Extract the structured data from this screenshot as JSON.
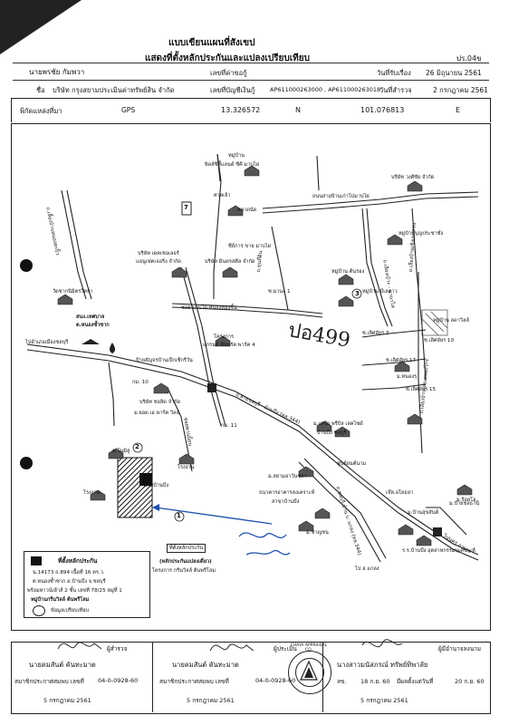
{
  "header": {
    "title1": "แบบเขียนแผนที่สังเขป",
    "title2": "แสดงที่ตั้งหลักประกันและแปลงเปรียบเทียบ",
    "form_no": "ปร.04ข",
    "person_label": "นายพรชัย  กัมพวา",
    "customer_no_label": "เลขที่ค่าขอกู้",
    "receive_date_label": "วันที่รับเรื่อง",
    "receive_date": "26 มิถุนายน 2561",
    "company_prefix": "ชื่อ",
    "company": "บริษัท กรุงสยามประเมินค่าทรัพย์สิน จำกัด",
    "account_label": "เลขที่บัญชีเงินกู้",
    "account_no": "AP611000263000 , AP611000263018",
    "survey_date_label": "วันที่สำรวจ",
    "survey_date": "2 กรกฎาคม 2561",
    "coord_label": "พิกัดแหล่งที่มา",
    "coord_source": "GPS",
    "lat": "13.326572",
    "lat_dir": "N",
    "lon": "101.076813",
    "lon_dir": "E"
  },
  "map": {
    "labels": {
      "village_top": "หมู่บ้าน",
      "village_top2": "พิลล์ซิตี้แลนด์ ซีคี มาบไผ่",
      "temple": "ศาลเจ้า",
      "market": "ตลาดนัด",
      "seven": "7",
      "company_rabbit": "บริษัท วงศ์ชัย จำกัด",
      "road_top": "ถนนสายบ้านเก่าไปมาบไผ่",
      "village_bp": "หมู่บ้านบุญประชาชั่ง",
      "road_left": "ถ.เลี้ยงบ้านหนองตะปิ้ว",
      "company_dd": "บริษัท เดคเชอเลอร์",
      "company_dd2": "แอนูเฟคเจอริ่ง จำกัด",
      "company_mk": "บริษัท มินดรสตีล จำกัด",
      "warehouse": "ซีย์การ ขาย มาบไผ่",
      "road_mid": "ซอย มาบไผ่-หนองหลุงชิ้น",
      "mid_vert": "ถ.ทุนที่ดิน",
      "vil_tron": "หมู่บ้าน ต้นรอง",
      "soi_mana": "ซ.มานะ 1",
      "num3": "3",
      "vil_lb": "หมู่บ้าน บีเลคาว",
      "road_r1": "ถ.เลียงเบ้าะ - นานาไห",
      "village_ltv": "หมู่บ้าน ลดาวิลล์",
      "road_r2": "ถ.เลียงบ้านเชิงเขาสวน",
      "soi3": "ซ.เลิศอัยร 3",
      "soi10": "ซ.เลิศอัยร 10",
      "soi17": "ซ.เลิศอัยร 17",
      "soi15": "ซ.เลิศอัยร 15",
      "nongsum": "ม.หนองรุ",
      "road_r3": "ถ.เลียงบ้านเลย-หนองไกร",
      "handwritten": "ปอ499",
      "wat": "วัดชากนิมิตรวิทยา",
      "tessaban": "สนง.เทศบาล",
      "tessaban2": "ต.หนองซ้ำซาก",
      "to_baan": "ไปอำเภอเมืองชลบุรี",
      "project_mid": "โครงการ",
      "project_mid2": "แกรนด์ ต้นพรัต พาร์ค 4",
      "village_seng": "ป้ายสัญจรบ้านเป็กเช็กรีวัน",
      "m10": "กม. 10",
      "company_ds": "บริษัท ซอลิด จำกัด",
      "m_yok": "ม.ยอด เอ พาร์ค วิลล์",
      "m11": "กม. 11",
      "highway": "ถ.สายชลบุรี - บ้านบึง (ทล.344)",
      "m_prop": "ม.เคซีย พรีบิล เลคไซด์",
      "m_prop2": "บ้านบึง ชลบุรี",
      "road_nc": "ซอยพานนิ้ยน",
      "mboon": "ม.โนมิสู",
      "num2": "2",
      "baan_bung": "นิคมบ้านบึง",
      "farm": "โรงงาน",
      "farm2": "โรงงาน",
      "school": "ม.สยามอาวันชลา",
      "gas": "ธนาคารอาคารสงเคราะห์",
      "gas2": "สาขาบ้านบึง",
      "center": "ศูนย์ยนต์นาม",
      "highway_2": "ถ.ชลบุรี-บ้าน บ. แกลง (ทล.344)",
      "nakorn": "เจ๊ห.อโยธยา",
      "m_bamrung": "ม.บ้านสุขสันต์",
      "mr": "ม.ร้อยโอ",
      "m_bay": "ม.บ้ายชลธานี",
      "m_m": "ม.ชาญชน",
      "to_klang": "ไป ฮ.แกลง",
      "to_bn": "ไปนคร กวยยะ",
      "ref_prop": "ร.ร.บ้านบึง อุตสาหกรรมนุเคราะห์",
      "num1": "1",
      "point_label": "ที่ตั้งหลักประกัน",
      "ref_project": "(หลักประกันแปลงเดี่ยว)",
      "ref_project2": "โครงการ กรีนวิลล์ ต้นพรีโลม"
    },
    "legend": {
      "title": "ที่ตั้งหลักประกัน",
      "line1": "น.14173 ถ.894 เนื้อที่ 16 ตร.ว.",
      "line2": "ต.หนองซ้ำซาก  อ.บ้านบึง  จ.ชลบุรี",
      "line3": "พร้อมทาวน์เฮ้าส์ 2 ชั้น  เลขที่ 78/25 หมู่ที่ 1",
      "line4": "หมู่บ้านกรีนวิลล์ ต้นพรีโลม",
      "compare": "ข้อมูลเปรียบเทียบ"
    }
  },
  "footer": {
    "col1": {
      "role": "ผู้สำรวจ",
      "name": "นายคมสันต์  คันทะมาต",
      "member_label": "สมาชิกประกาศสมพบ เลขที่",
      "member_no": "04-0-0928-60",
      "date": "5 กรกฎาคม 2561"
    },
    "col2": {
      "role": "ผู้ประเมิน",
      "name": "นายคมสันต์  คันทะมาต",
      "member_label": "สมาชิกประกาศสมพบ เลขที่",
      "member_no": "04-0-0928-60",
      "date": "5 กรกฎาคม 2561"
    },
    "col3": {
      "role": "ผู้มีอำนาจลงนาม",
      "name": "นางสาวมนัสภรณ์  ทรัพย์ทิพาลัย",
      "member_label": "ลข.",
      "member_no": "18 ก.ย. 60",
      "expire_label": "มีผลตั้งแต่วันที่",
      "expire": "20 ก.ย. 60",
      "date": "5 กรกฎาคม 2561"
    },
    "stamp": "CHAYA APPRAISAL CO."
  }
}
